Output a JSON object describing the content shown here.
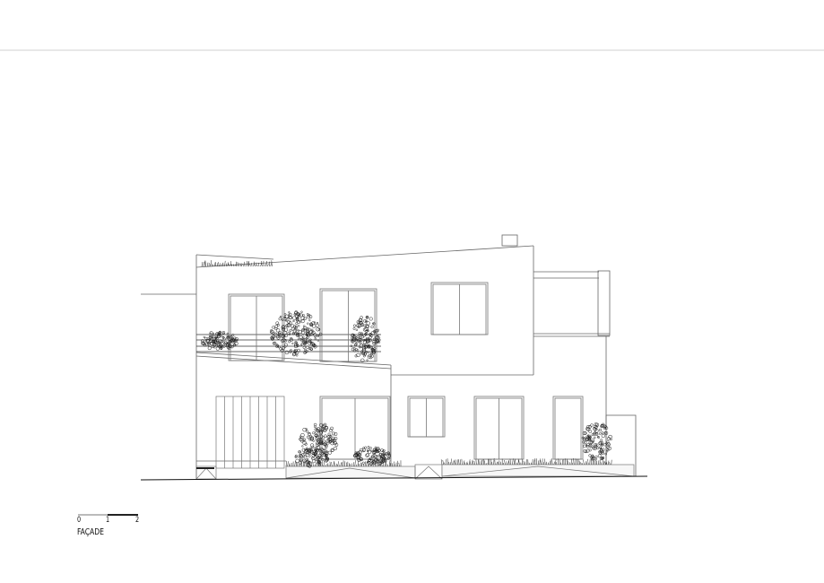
{
  "drawing": {
    "title": "FAÇADE",
    "scale_bar": {
      "labels": [
        "0",
        "1",
        "2"
      ],
      "unit_marks": 2
    }
  },
  "colors": {
    "line": "#555555",
    "plant": "#222222",
    "frame_line": "#cccccc"
  }
}
